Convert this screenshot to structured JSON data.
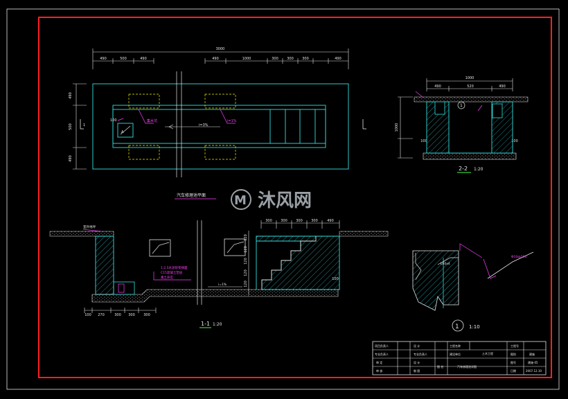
{
  "colors": {
    "background": "#000000",
    "border": "#ff2020",
    "frame": "#e8e8e8",
    "outline": "#33e0e0",
    "dim": "#e8e8e8",
    "leader": "#ff40ff",
    "accent": "#40ff40",
    "dashed": "#f0f000",
    "watermark": "#9aa0a6"
  },
  "watermark": {
    "text": "沐风网"
  },
  "plan": {
    "title": "汽车修理池平面",
    "dims_top_total": "3000",
    "dims_top_left": [
      "490",
      "500",
      "490"
    ],
    "dims_top_right": [
      "490",
      "1000",
      "300",
      "300",
      "300",
      "490"
    ],
    "dims_left": [
      "490",
      "500",
      "490"
    ],
    "notes": [
      "100",
      "集水坑",
      "A",
      "i=3%",
      "i=1%"
    ],
    "section_mark": "1"
  },
  "section22": {
    "label": "2-2",
    "scale": "1:20",
    "dims_top": [
      "1000",
      "490",
      "520",
      "490"
    ],
    "dims_side": [
      "1000",
      "100",
      "100"
    ],
    "callout": "1"
  },
  "section11": {
    "label": "1-1",
    "scale": "1:20",
    "dims_steps": [
      "300",
      "300",
      "300",
      "300",
      "490"
    ],
    "dims_bottom": [
      "100",
      "270",
      "300",
      "300",
      "300"
    ],
    "dims_side": [
      "120",
      "120",
      "120",
      "120",
      "120",
      "100"
    ],
    "notes": [
      "室外地坪",
      "1:2.5水泥砂浆抹面",
      "C15混凝土垫层",
      "素土夯实",
      "i=1%"
    ]
  },
  "detail": {
    "number": "1",
    "scale": "1:10",
    "notes": [
      "L40x4",
      "Φ10@200"
    ]
  },
  "title_block": {
    "r1": [
      "项目负责人",
      "设 计",
      "工程名称",
      "土木工程",
      "工程号"
    ],
    "r2": [
      "专业负责人",
      "专业负责人",
      "建设单位",
      "",
      "图别",
      "建施"
    ],
    "r3": [
      "审 定",
      "设 计",
      "",
      "",
      "图号",
      "建施-05"
    ],
    "r4": [
      "审 核",
      "制 图",
      "图 名",
      "汽车修理池详图",
      "日期",
      "2007.12.10"
    ]
  }
}
